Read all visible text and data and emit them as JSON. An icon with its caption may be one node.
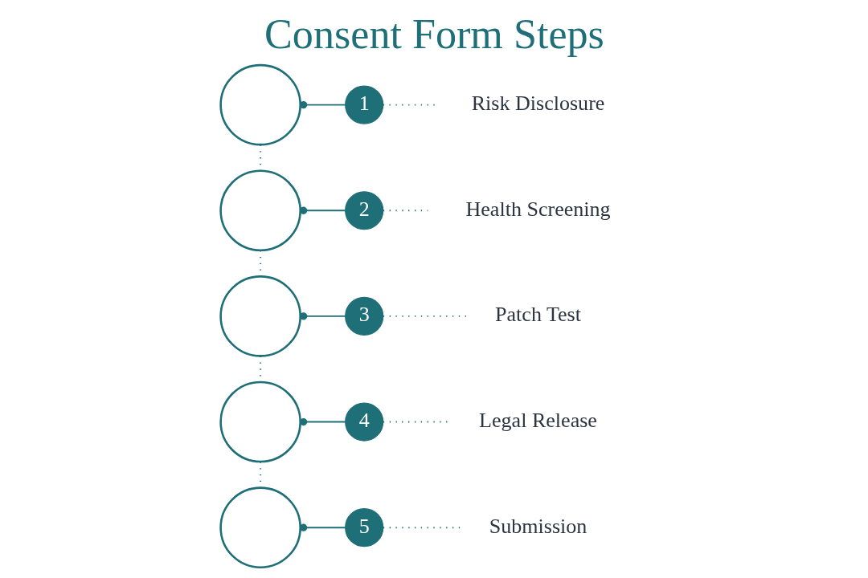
{
  "diagram": {
    "title": "Consent Form Steps",
    "nodes": [
      {
        "text": [],
        "shape": "circle"
      },
      {
        "text": [
          "1"
        ]
      },
      {
        "text": [
          "Risk Disclosure"
        ]
      },
      {
        "text": [],
        "shape": "circle"
      },
      {
        "text": [
          "2"
        ]
      },
      {
        "text": [
          "Health Screening"
        ]
      },
      {
        "text": [],
        "shape": "circle"
      },
      {
        "text": [
          "3"
        ]
      },
      {
        "text": [
          "Patch Test"
        ]
      },
      {
        "text": [],
        "shape": "circle"
      },
      {
        "text": [
          "4"
        ]
      },
      {
        "text": [
          "Legal Release"
        ]
      },
      {
        "text": [],
        "shape": "circle"
      },
      {
        "text": [
          "5"
        ]
      },
      {
        "text": [
          "Submission"
        ]
      }
    ],
    "edges": [
      {
        "from": 0,
        "to": 1,
        "arrow": "other"
      },
      {
        "from": 1,
        "to": 2,
        "arrow": "none",
        "style": "dashed"
      },
      {
        "from": 3,
        "to": 4,
        "arrow": "other"
      },
      {
        "from": 4,
        "to": 5,
        "arrow": "none",
        "style": "dashed"
      },
      {
        "from": 6,
        "to": 7,
        "arrow": "other"
      },
      {
        "from": 7,
        "to": 8,
        "arrow": "none",
        "style": "dashed"
      },
      {
        "from": 9,
        "to": 10,
        "arrow": "other"
      },
      {
        "from": 10,
        "to": 11,
        "arrow": "none",
        "style": "dashed"
      },
      {
        "from": 12,
        "to": 13,
        "arrow": "other"
      },
      {
        "from": 13,
        "to": 14,
        "arrow": "none",
        "style": "dashed"
      },
      {
        "from": 0,
        "to": 3,
        "arrow": "none",
        "style": "dashed"
      },
      {
        "from": 3,
        "to": 6,
        "arrow": "none",
        "style": "dashed"
      },
      {
        "from": 6,
        "to": 9,
        "arrow": "none",
        "style": "dashed"
      },
      {
        "from": 9,
        "to": 12,
        "arrow": "none",
        "style": "dashed"
      }
    ]
  }
}
